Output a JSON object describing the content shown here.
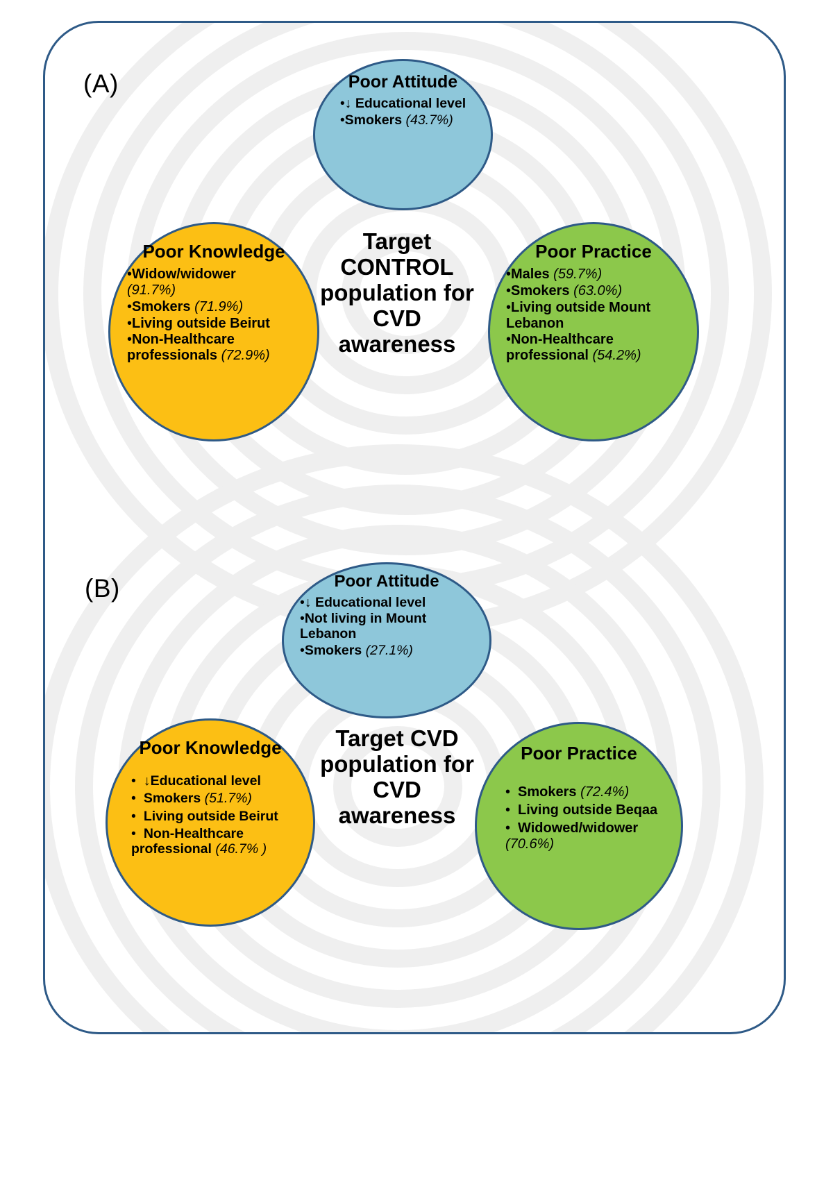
{
  "figure": {
    "panels": [
      {
        "label": "(A)",
        "center_text": "Target CONTROL population for CVD awareness",
        "bubbles": {
          "attitude": {
            "title": "Poor Attitude",
            "color": "#8ec7da",
            "items": [
              {
                "bullet": "•",
                "label": "↓ Educational level",
                "pct": ""
              },
              {
                "bullet": "•",
                "label": "Smokers",
                "pct": "(43.7%)"
              }
            ]
          },
          "knowledge": {
            "title": "Poor Knowledge",
            "color": "#fcbf14",
            "items": [
              {
                "bullet": "•",
                "label": "Widow/widower",
                "pct": "(91.7%)"
              },
              {
                "bullet": "•",
                "label": "Smokers",
                "pct": "(71.9%)"
              },
              {
                "bullet": "•",
                "label": "Living outside Beirut",
                "pct": ""
              },
              {
                "bullet": "•",
                "label": "Non-Healthcare professionals",
                "pct": "(72.9%)"
              }
            ]
          },
          "practice": {
            "title": "Poor Practice",
            "color": "#8cc84b",
            "items": [
              {
                "bullet": "•",
                "label": "Males",
                "pct": "(59.7%)"
              },
              {
                "bullet": "•",
                "label": "Smokers",
                "pct": "(63.0%)"
              },
              {
                "bullet": "•",
                "label": "Living outside Mount Lebanon",
                "pct": ""
              },
              {
                "bullet": "•",
                "label": "Non-Healthcare professional",
                "pct": "(54.2%)"
              }
            ]
          }
        }
      },
      {
        "label": "(B)",
        "center_text": "Target CVD population for CVD awareness",
        "bubbles": {
          "attitude": {
            "title": "Poor Attitude",
            "color": "#8ec7da",
            "items": [
              {
                "bullet": "•",
                "label": "↓ Educational level",
                "pct": ""
              },
              {
                "bullet": "•",
                "label": "Not living in Mount Lebanon",
                "pct": ""
              },
              {
                "bullet": "•",
                "label": "Smokers",
                "pct": "(27.1%)"
              }
            ]
          },
          "knowledge": {
            "title": "Poor Knowledge",
            "color": "#fcbf14",
            "items": [
              {
                "bullet": "•",
                "label": "↓Educational level",
                "pct": ""
              },
              {
                "bullet": "•",
                "label": "Smokers",
                "pct": "(51.7%)"
              },
              {
                "bullet": "•",
                "label": "Living outside Beirut",
                "pct": ""
              },
              {
                "bullet": "•",
                "label": "Non-Healthcare professional",
                "pct": "(46.7% )"
              }
            ]
          },
          "practice": {
            "title": "Poor Practice",
            "color": "#8cc84b",
            "items": [
              {
                "bullet": "•",
                "label": "Smokers",
                "pct": "(72.4%)"
              },
              {
                "bullet": "•",
                "label": "Living outside Beqaa",
                "pct": ""
              },
              {
                "bullet": "•",
                "label": "Widowed/widower",
                "pct": "(70.6%)"
              }
            ]
          }
        }
      }
    ],
    "colors": {
      "frame_border": "#2e5a87",
      "bubble_border": "#2e5a87",
      "attitude_fill": "#8ec7da",
      "knowledge_fill": "#fcbf14",
      "practice_fill": "#8cc84b",
      "ripple": "#efefef",
      "background": "#ffffff"
    }
  }
}
